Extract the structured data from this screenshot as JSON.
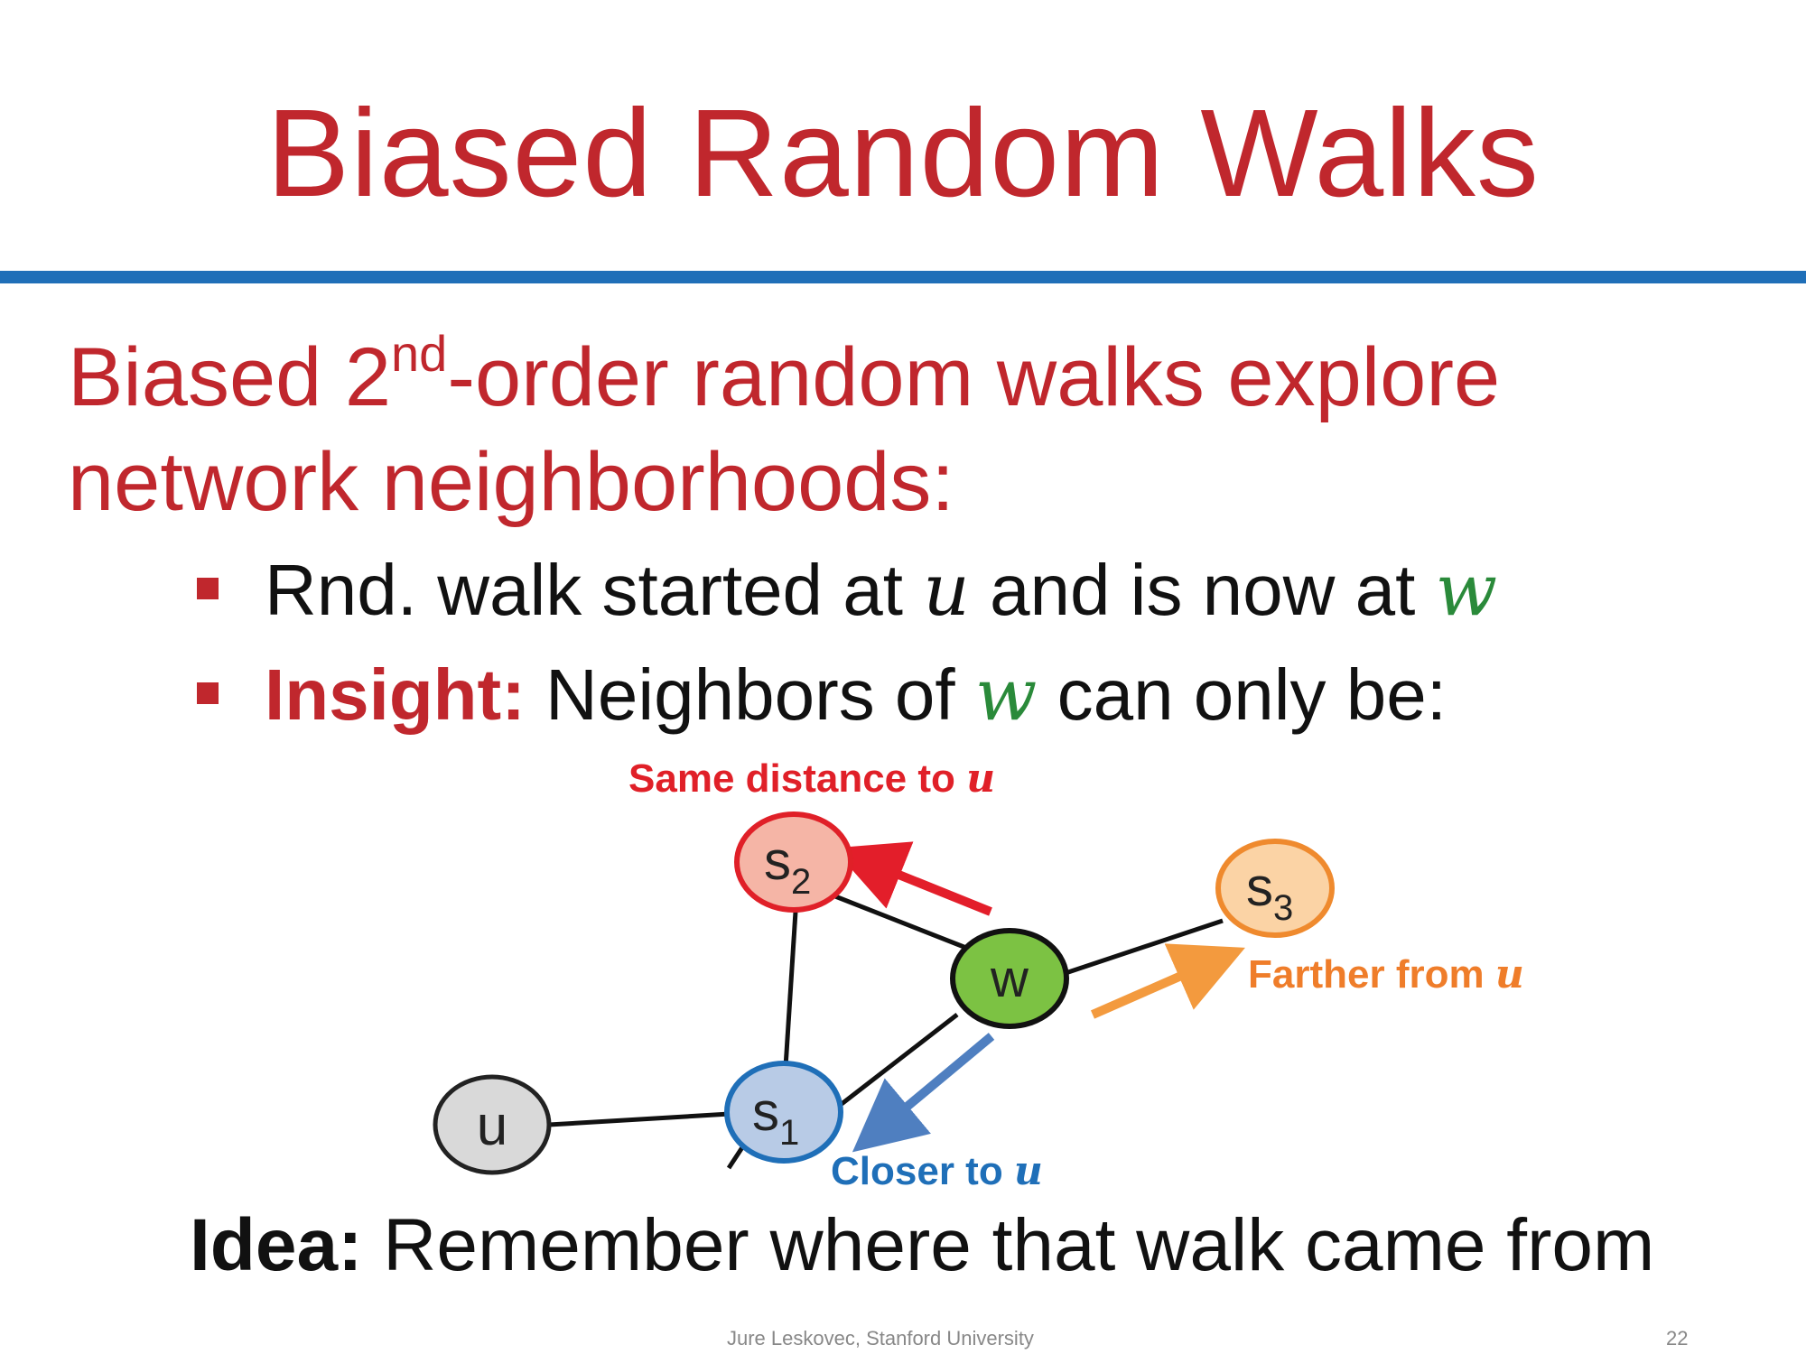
{
  "slide": {
    "title": "Biased Random Walks",
    "lead": {
      "part1": "Biased 2",
      "superscript": "nd",
      "part2": "-order random walks explore network neighborhoods:"
    },
    "bullets": [
      {
        "text_a": "Rnd. walk started at ",
        "var_a": "u",
        "text_b": " and is now at ",
        "var_b": "w"
      },
      {
        "label": "Insight:",
        "text_a": " Neighbors of ",
        "var_a": "w",
        "text_b": " can only be:"
      }
    ],
    "idea": {
      "label": "Idea:",
      "text": " Remember where that walk came from"
    },
    "footer": {
      "credit": "Jure Leskovec, Stanford University",
      "page": "22"
    }
  },
  "diagram": {
    "nodes": {
      "u": {
        "label": "u",
        "subscript": ""
      },
      "s1": {
        "label": "s",
        "subscript": "1"
      },
      "s2": {
        "label": "s",
        "subscript": "2"
      },
      "s3": {
        "label": "s",
        "subscript": "3"
      },
      "w": {
        "label": "w",
        "subscript": ""
      }
    },
    "annotations": {
      "same": {
        "text": "Same distance to ",
        "var": "u"
      },
      "farther": {
        "text": "Farther from ",
        "var": "u"
      },
      "closer": {
        "text": "Closer to ",
        "var": "u"
      }
    },
    "colors": {
      "u_fill": "#d9d9d9",
      "u_stroke": "#222222",
      "s1_fill": "#b8cbe6",
      "s1_stroke": "#1f6fb8",
      "s2_fill": "#f5b5a6",
      "s2_stroke": "#e02028",
      "s3_fill": "#fbd3a5",
      "s3_stroke": "#ef8a2e",
      "w_fill": "#7cc243",
      "w_stroke": "#111111",
      "red_arrow": "#e31e2a",
      "orange_arrow": "#f39a3e",
      "blue_arrow": "#4f7fc0",
      "text_red": "#e02028",
      "text_orange": "#ef7d2a",
      "text_blue": "#1f6fb8"
    }
  }
}
